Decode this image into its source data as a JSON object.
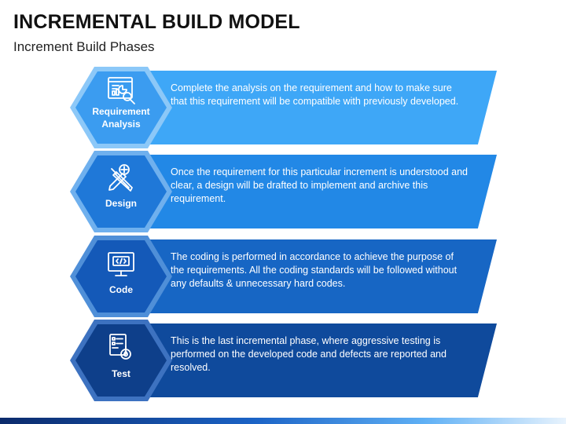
{
  "title": "INCREMENTAL BUILD MODEL",
  "subtitle": "Increment Build Phases",
  "phases": [
    {
      "label": "Requirement\nAnalysis",
      "icon": "analysis-report-icon",
      "description": "Complete the analysis on the requirement and how to make sure that this requirement will be compatible with previously developed.",
      "hex_color": "#3b9cf0",
      "hex_border": "#8cc8f8",
      "banner_color": "#3ea7f7"
    },
    {
      "label": "Design",
      "icon": "design-tools-icon",
      "description": "Once the requirement for this particular increment is understood and clear, a design will be drafted to implement and archive this requirement.",
      "hex_color": "#1f78d8",
      "hex_border": "#6fb0ee",
      "banner_color": "#2288e6"
    },
    {
      "label": "Code",
      "icon": "code-monitor-icon",
      "description": "The coding is performed in accordance to achieve the purpose of the requirements. All the coding standards will be followed without any defaults & unnecessary hard codes.",
      "hex_color": "#1459b8",
      "hex_border": "#4f8fd8",
      "banner_color": "#1766c4"
    },
    {
      "label": "Test",
      "icon": "test-checklist-icon",
      "description": "This is the last incremental phase, where aggressive testing is performed on the developed code and defects are reported and resolved.",
      "hex_color": "#0e3f8a",
      "hex_border": "#3d72c0",
      "banner_color": "#0f4a9c"
    }
  ]
}
